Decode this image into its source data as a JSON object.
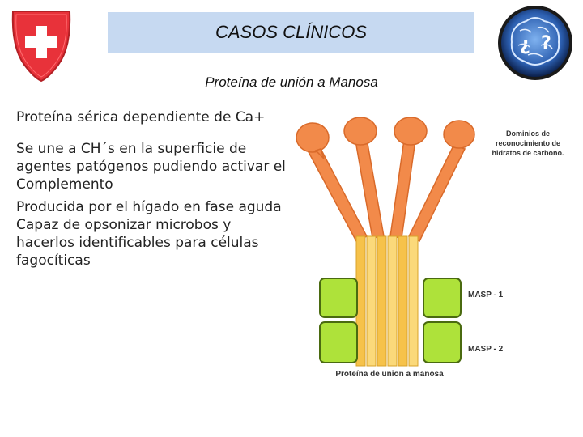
{
  "header": {
    "title": "CASOS CLÍNICOS"
  },
  "subtitle": "Proteína de unión a Manosa",
  "bullets": [
    "Proteína sérica dependiente de Ca+",
    "Se une a CH´s en la superficie de agentes patógenos pudiendo activar el Complemento",
    "Producida por el hígado en fase aguda",
    "Capaz de opsonizar microbos y hacerlos identificables para células fagocíticas"
  ],
  "diagram": {
    "label_domains_line1": "Dominios de",
    "label_domains_line2": "reconocimiento de",
    "label_domains_line3": "hidratos de carbono.",
    "label_masp1": "MASP - 1",
    "label_masp2": "MASP - 2",
    "caption": "Proteína de union a manosa",
    "colors": {
      "head": "#f28a4a",
      "stalk": "#f6c24a",
      "masp": "#aee23a",
      "title_bar": "#c6d9f1"
    }
  },
  "logos": {
    "left": "swiss-cross-shield",
    "right": "brain-question-marks"
  }
}
